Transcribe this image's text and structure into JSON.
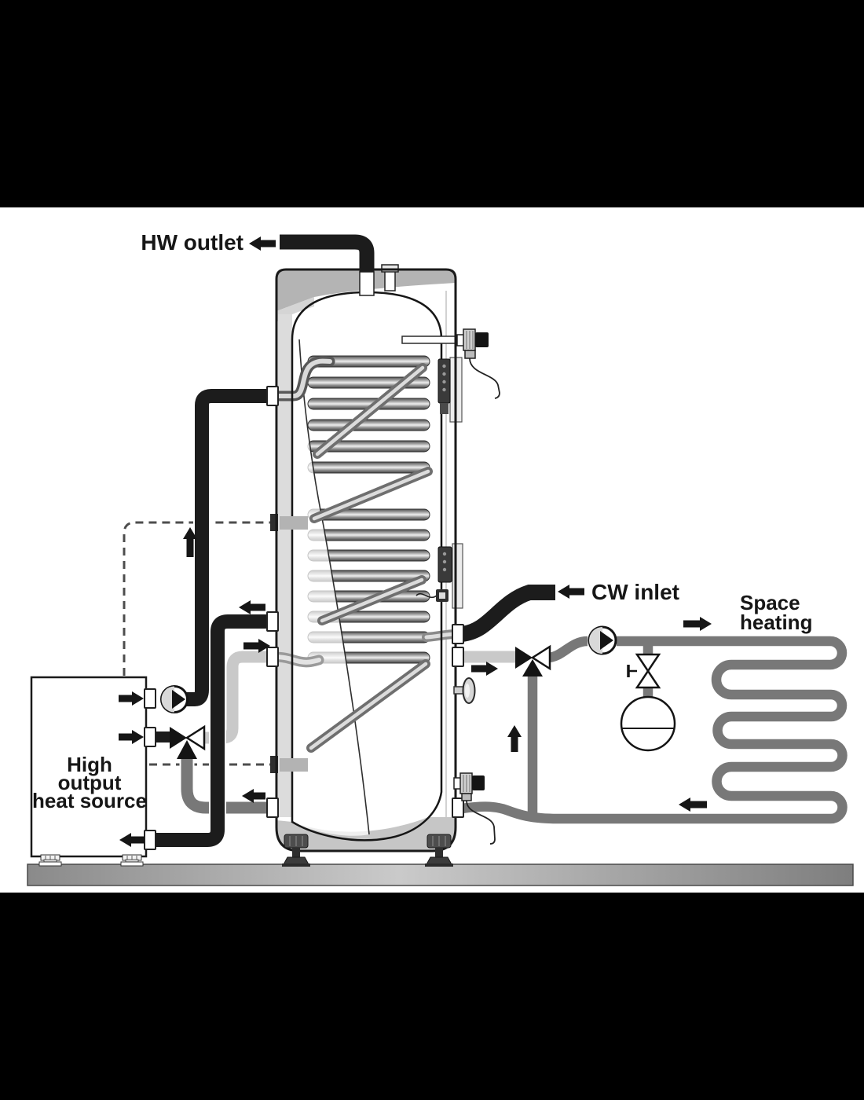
{
  "figure": {
    "type": "plumbing-schematic",
    "description_icons": {
      "cylinder": "thermal-store-cylinder",
      "coil": "heat-exchanger-coil",
      "pump": "circulation-pump-icon",
      "three_way_valve": "three-way-mixing-valve-icon",
      "isolation_valve": "isolation-valve-icon",
      "expansion_vessel": "expansion-vessel-icon",
      "relief_valve": "relief-valve-icon",
      "drain_valve": "drain-valve-icon",
      "thermometer": "thermometer-icon",
      "sensor_cable": "sensor-cable-dashed",
      "radiator_circuit": "space-heating-serpentine",
      "floor": "floor-slab"
    }
  },
  "labels": {
    "hw_outlet": "HW outlet",
    "cw_inlet": "CW inlet",
    "space_heating_line1": "Space",
    "space_heating_line2": "heating",
    "heat_source_line1": "High",
    "heat_source_line2": "output",
    "heat_source_line3": "heat source"
  },
  "colors": {
    "letterbox": "#000000",
    "canvas": "#ffffff",
    "hot_water_pipe": "#1c1c1c",
    "space_heating_pipe": "#787878",
    "blended_pipe": "#c9c9c9",
    "cylinder_casing": "#b4b4b4",
    "floor_light": "#cacaca",
    "floor_dark": "#848484"
  }
}
